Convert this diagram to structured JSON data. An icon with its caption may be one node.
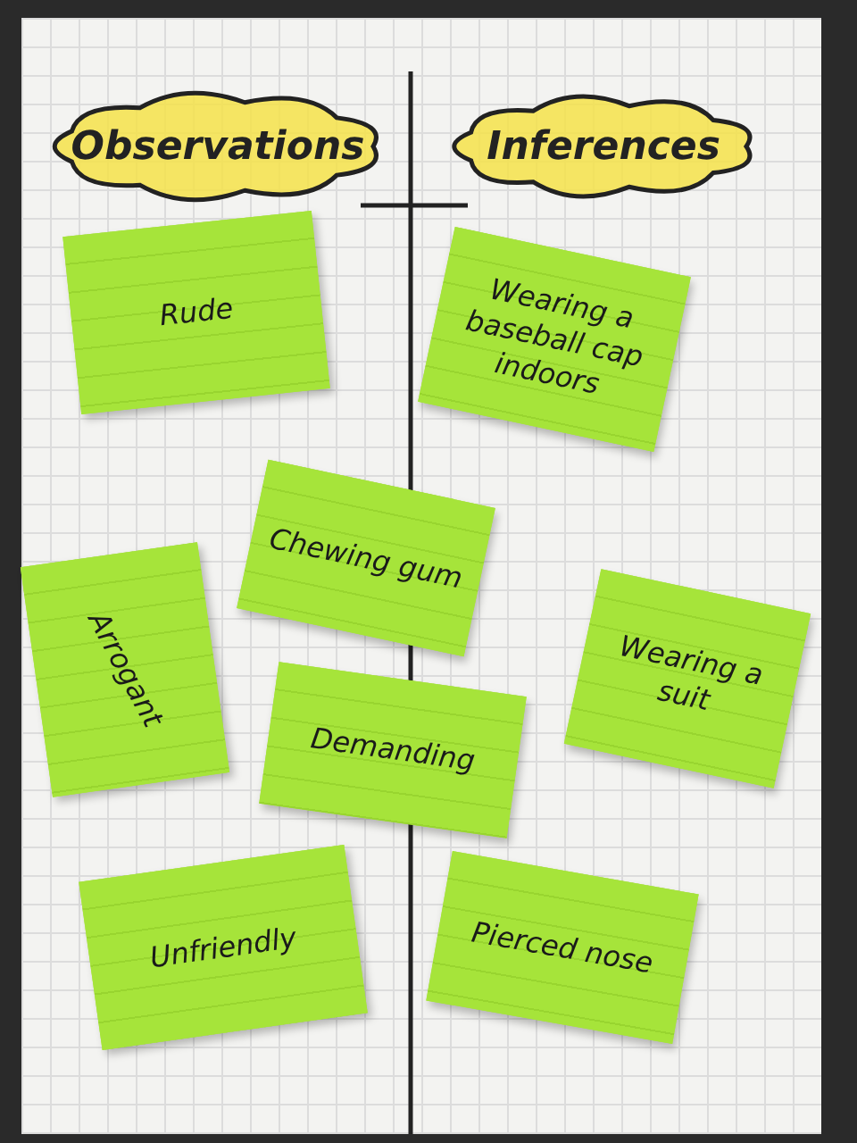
{
  "diagram": {
    "nodes": [
      {
        "text": [
          "Observations"
        ]
      },
      {
        "text": [
          "Inferences"
        ]
      },
      {
        "text": [
          "Rude"
        ]
      },
      {
        "text": [
          "Wearing a baseball cap indoors"
        ]
      },
      {
        "text": [
          "Chewing gum"
        ]
      },
      {
        "text": [
          "Arrogant"
        ]
      },
      {
        "text": [
          "Wearing a suit"
        ]
      },
      {
        "text": [
          "Demanding"
        ]
      },
      {
        "text": [
          "Pierced nose"
        ]
      },
      {
        "text": [
          "Unfriendly"
        ]
      }
    ]
  }
}
